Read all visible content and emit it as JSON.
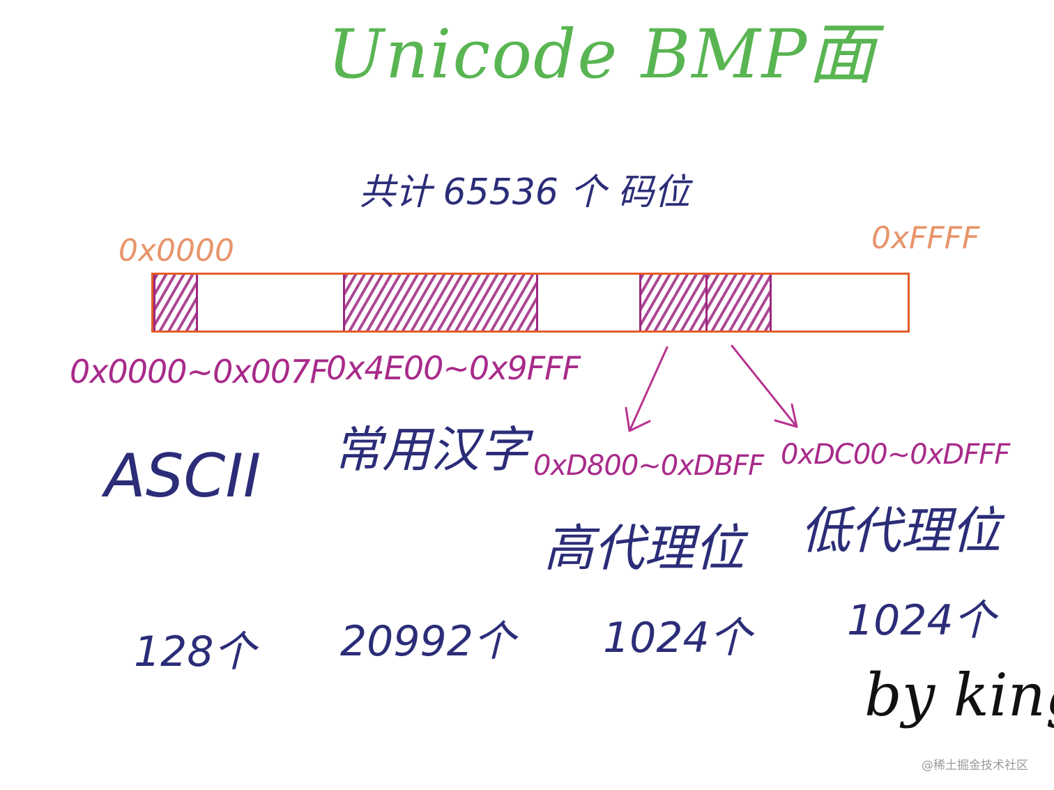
{
  "title": "Unicode BMP面",
  "total": "共计  65536 个  码位",
  "start_addr": "0x0000",
  "end_addr": "0xFFFF",
  "segments": [
    {
      "id": "ascii",
      "range": "0x0000~0x007F",
      "name": "ASCII",
      "count": "128个"
    },
    {
      "id": "cjk",
      "range": "0x4E00~0x9FFF",
      "name": "常用汉字",
      "count": "20992个"
    },
    {
      "id": "high",
      "range": "0xD800~0xDBFF",
      "name": "高代理位",
      "count": "1024个"
    },
    {
      "id": "low",
      "range": "0xDC00~0xDFFF",
      "name": "低代理位",
      "count": "1024个"
    }
  ],
  "signature": "by king",
  "watermark": "@稀土掘金技术社区",
  "colors": {
    "title": "#59b552",
    "bar_border": "#e35c27",
    "hatch": "#9d2780",
    "text": "#2b2d78",
    "range": "#a82a8a"
  }
}
